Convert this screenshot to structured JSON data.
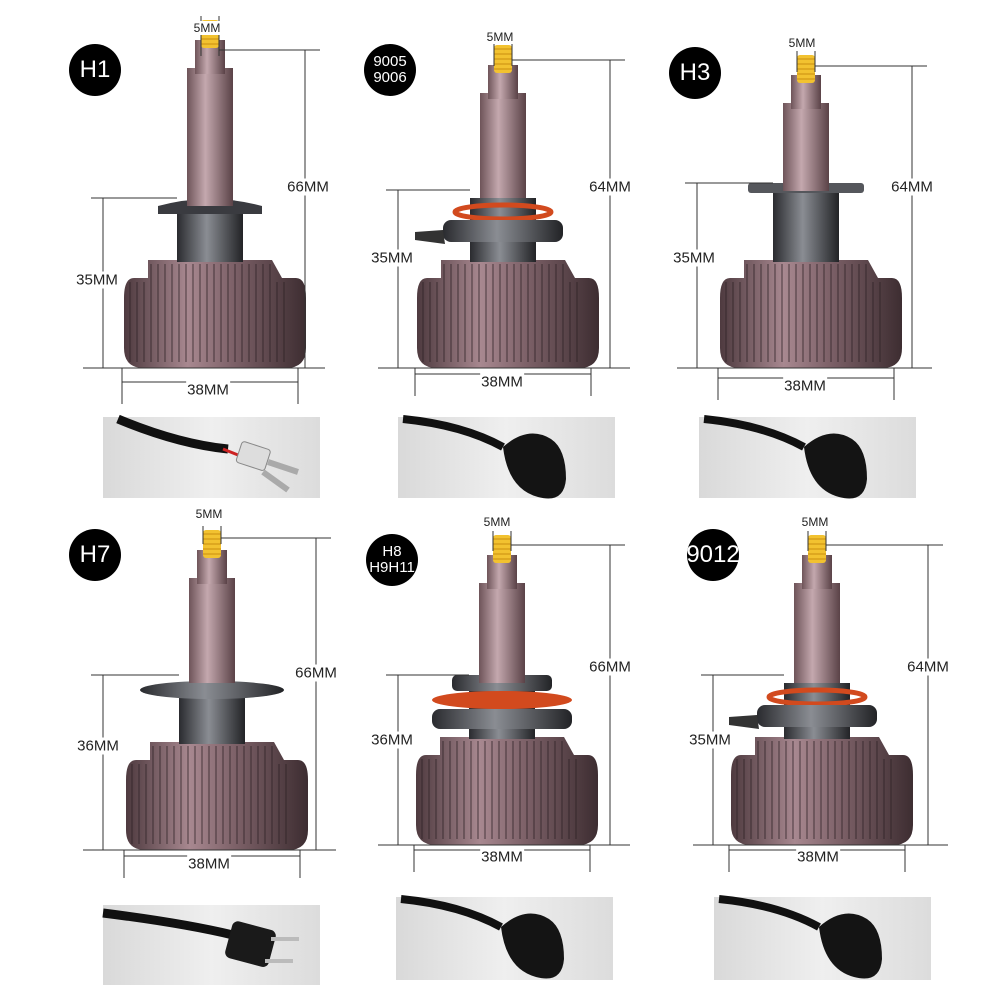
{
  "panels": [
    {
      "model": [
        "H1"
      ],
      "led_width": "5MM",
      "total_length": "66MM",
      "base_height": "35MM",
      "diameter": "38MM",
      "connector": "H1"
    },
    {
      "model": [
        "9005",
        "9006"
      ],
      "led_width": "5MM",
      "total_length": "64MM",
      "base_height": "35MM",
      "diameter": "38MM",
      "connector": "9005"
    },
    {
      "model": [
        "H3"
      ],
      "led_width": "5MM",
      "total_length": "64MM",
      "base_height": "35MM",
      "diameter": "38MM",
      "connector": "9005"
    },
    {
      "model": [
        "H7"
      ],
      "led_width": "5MM",
      "total_length": "66MM",
      "base_height": "36MM",
      "diameter": "38MM",
      "connector": "H7"
    },
    {
      "model": [
        "H8",
        "H9H11"
      ],
      "led_width": "5MM",
      "total_length": "66MM",
      "base_height": "36MM",
      "diameter": "38MM",
      "connector": "9005"
    },
    {
      "model": [
        "9012"
      ],
      "led_width": "5MM",
      "total_length": "64MM",
      "base_height": "35MM",
      "diameter": "38MM",
      "connector": "9005"
    }
  ],
  "colors": {
    "heatsink": "#7d6168",
    "collar": "#3f4146",
    "led": "#f2c230",
    "ring": "#d24a1e",
    "badge": "#000000"
  }
}
